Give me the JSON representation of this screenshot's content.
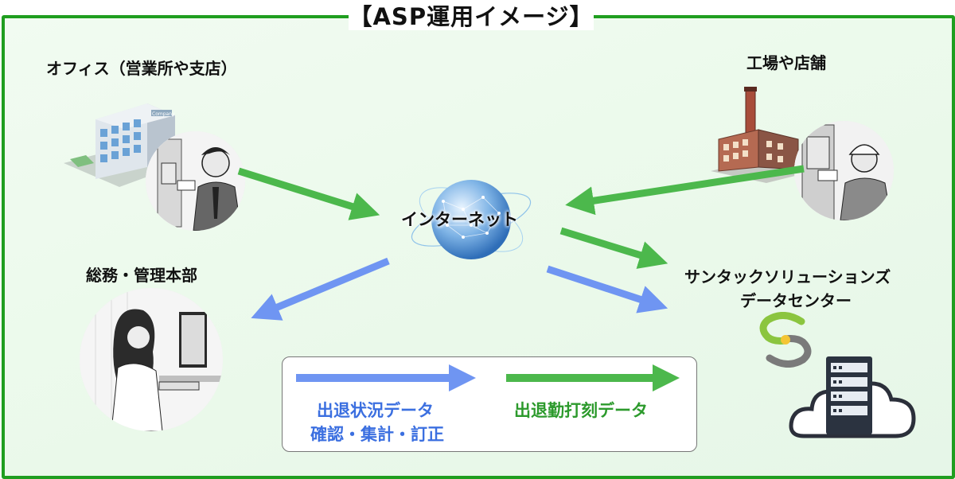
{
  "title": "【ASP運用イメージ】",
  "nodes": {
    "office": "オフィス（営業所や支店）",
    "factory": "工場や店舗",
    "internet": "インターネット",
    "admin": "総務・管理本部",
    "datacenter_line1": "サンタックソリューションズ",
    "datacenter_line2": "データセンター"
  },
  "office_building_sign": "Company",
  "legend": {
    "blue_line1": "出退状況データ",
    "blue_line2": "確認・集計・訂正",
    "green": "出退勤打刻データ"
  },
  "colors": {
    "frame": "#1f9e1f",
    "green_arrow": "#4cb84c",
    "blue_arrow": "#6f95f2",
    "blue_text": "#3b6fe0",
    "green_text": "#2c9a2c",
    "background": "#eef9ee"
  },
  "icons": [
    "office-building-icon",
    "card-reader-worker-icon",
    "factory-icon",
    "worker-helmet-icon",
    "globe-icon",
    "office-worker-desk-icon",
    "logo-s-icon",
    "cloud-server-icon"
  ]
}
